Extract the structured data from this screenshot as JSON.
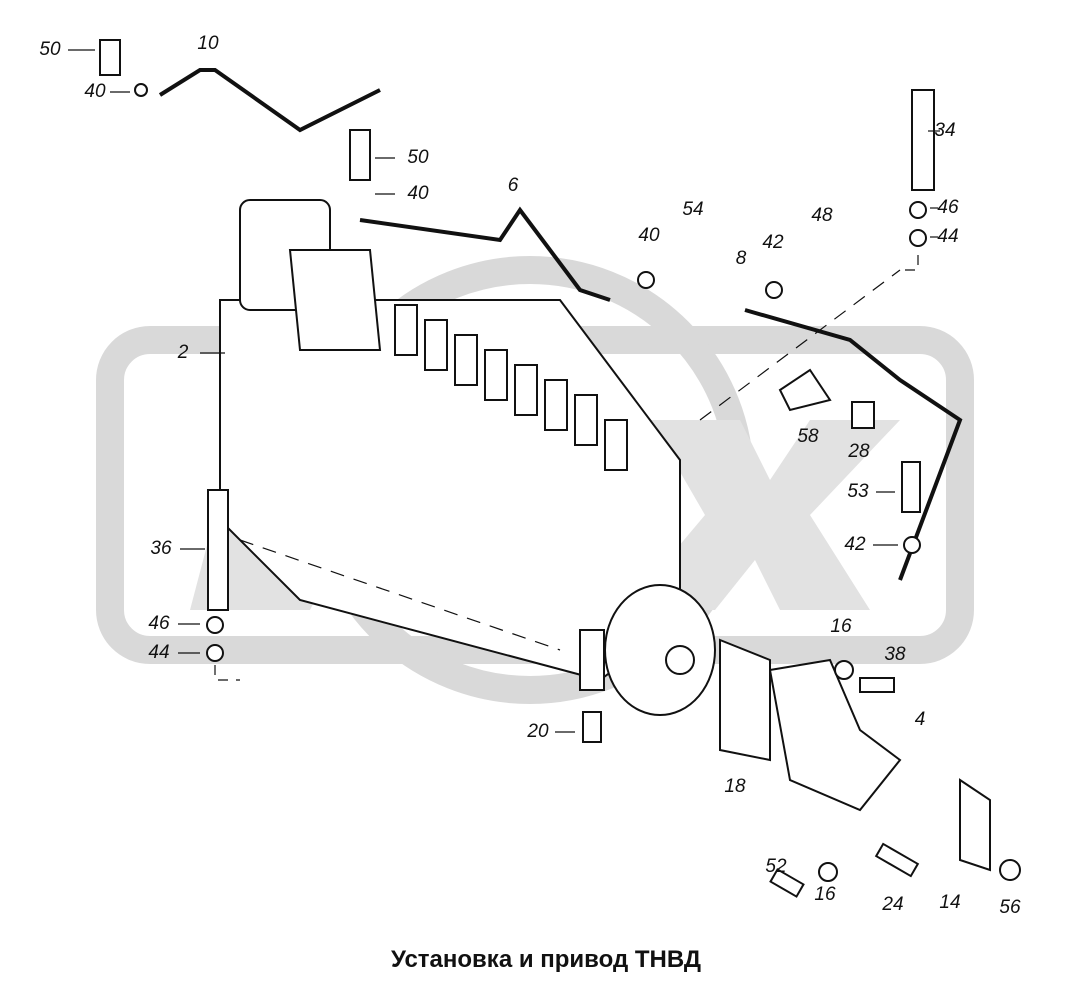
{
  "title": "Установка и привод ТНВД",
  "callouts": [
    "50",
    "10",
    "40",
    "50",
    "40",
    "6",
    "34",
    "46",
    "44",
    "54",
    "40",
    "48",
    "42",
    "8",
    "2",
    "58",
    "28",
    "53",
    "36",
    "42",
    "46",
    "44",
    "16",
    "38",
    "4",
    "20",
    "18",
    "52",
    "16",
    "24",
    "14",
    "56"
  ],
  "colors": {
    "watermark": "#d9d9d9",
    "line": "#111111"
  }
}
